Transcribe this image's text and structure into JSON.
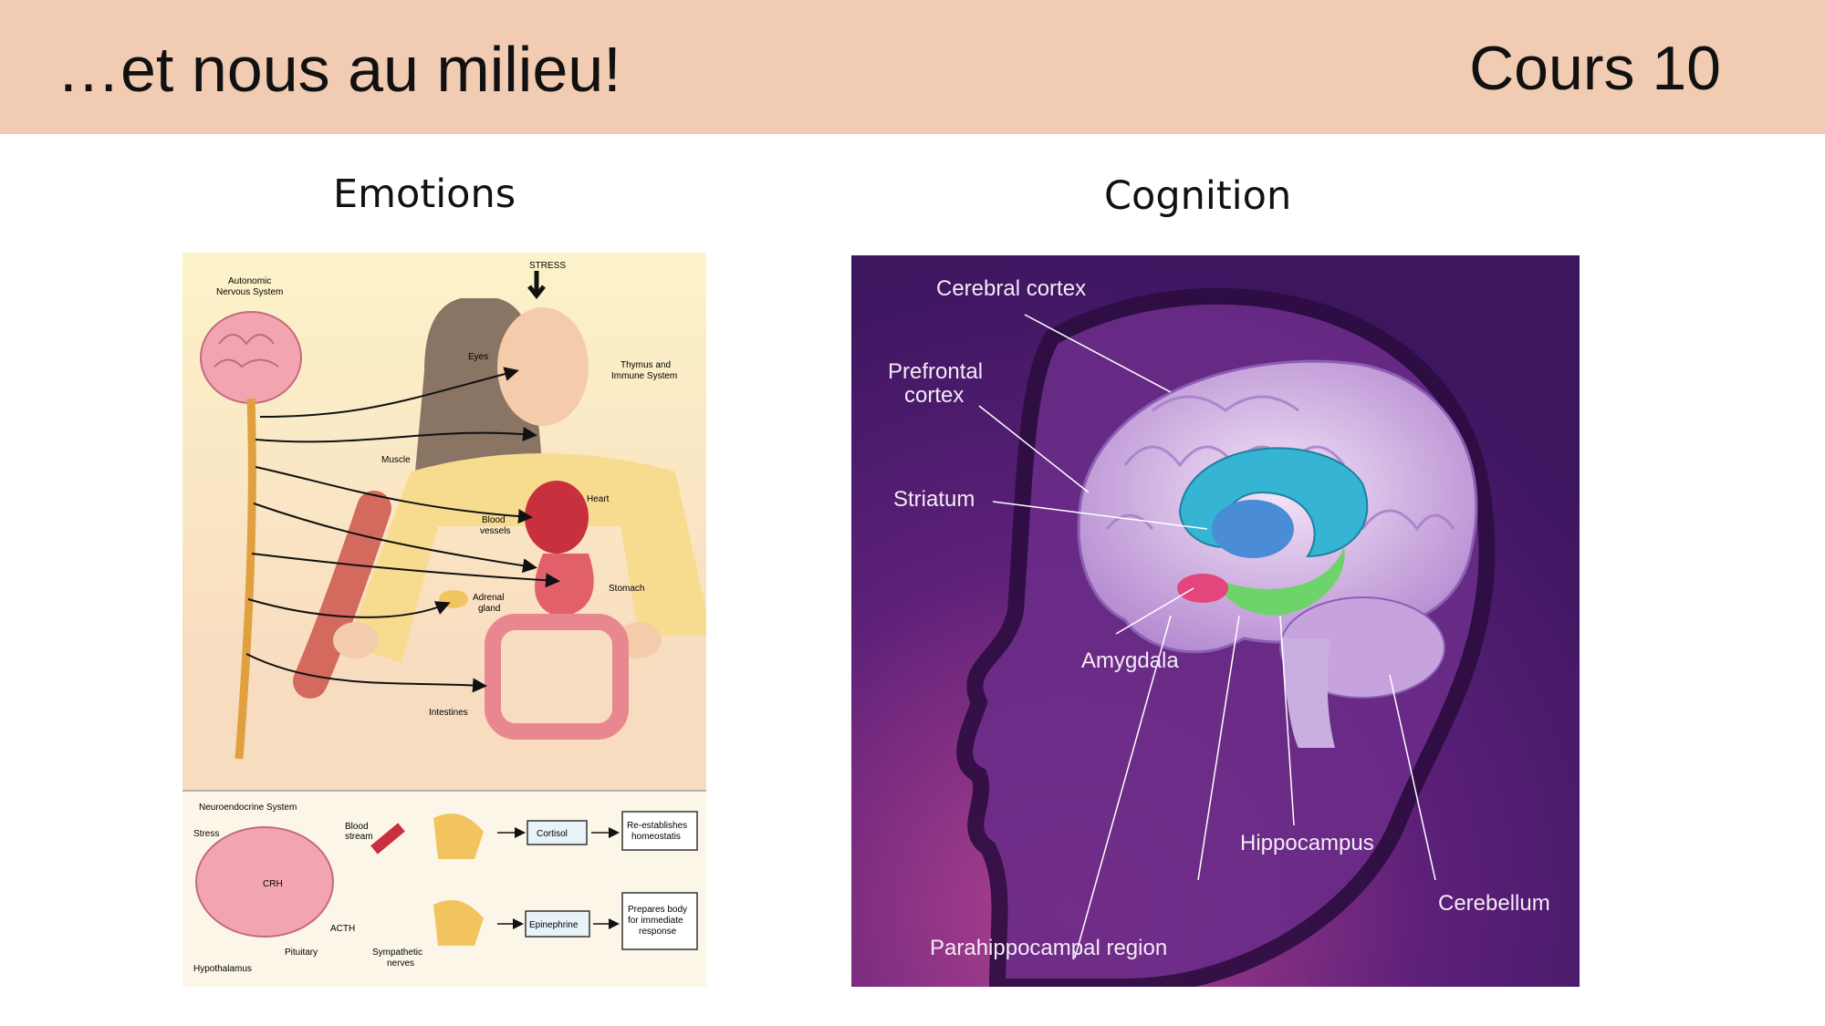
{
  "slide": {
    "title": "…et nous au milieu!",
    "course_label": "Cours 10"
  },
  "left": {
    "heading": "Emotions",
    "figure": {
      "stress": "STRESS",
      "ans_label_1": "Autonomic",
      "ans_label_2": "Nervous System",
      "eyes": "Eyes",
      "thymus_1": "Thymus and",
      "thymus_2": "Immune System",
      "muscle": "Muscle",
      "heart": "Heart",
      "blood_1": "Blood",
      "blood_2": "vessels",
      "adrenal_1": "Adrenal",
      "adrenal_2": "gland",
      "stomach": "Stomach",
      "intestines": "Intestines",
      "neuro_title": "Neuroendocrine System",
      "n_stress": "Stress",
      "blood_stream_1": "Blood",
      "blood_stream_2": "stream",
      "crh": "CRH",
      "acth": "ACTH",
      "pituitary": "Pituitary",
      "hypothalamus": "Hypothalamus",
      "symp_1": "Sympathetic",
      "symp_2": "nerves",
      "cortisol": "Cortisol",
      "epinephrine": "Epinephrine",
      "reestablish_1": "Re-establishes",
      "reestablish_2": "homeostatis",
      "prepares_1": "Prepares body",
      "prepares_2": "for immediate",
      "prepares_3": "response"
    }
  },
  "right": {
    "heading": "Cognition",
    "figure": {
      "cerebral_cortex": "Cerebral cortex",
      "prefrontal_1": "Prefrontal",
      "prefrontal_2": "cortex",
      "striatum": "Striatum",
      "amygdala": "Amygdala",
      "hippocampus": "Hippocampus",
      "cerebellum": "Cerebellum",
      "parahippocampal": "Parahippocampal region"
    }
  },
  "colors": {
    "header_bg": "#f1cbb2",
    "emotions_bg": "#fbf1c8",
    "cognition_bg": "#4a1a6a"
  }
}
